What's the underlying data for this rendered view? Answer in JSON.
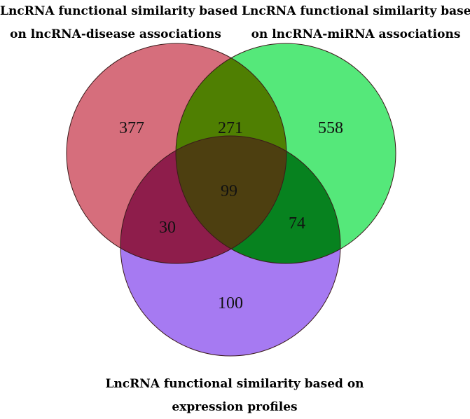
{
  "sets": [
    {
      "id": "a",
      "title_lines": [
        "LncRNA functional similarity based",
        "on lncRNA-disease associations"
      ],
      "color": "#d66e7c"
    },
    {
      "id": "b",
      "title_lines": [
        "LncRNA functional similarity based",
        "on lncRNA-miRNA associations"
      ],
      "color": "#55e87a"
    },
    {
      "id": "c",
      "title_lines": [
        "LncRNA functional similarity based on",
        "expression profiles"
      ],
      "color": "#a67af2"
    }
  ],
  "regions": {
    "only_a": {
      "label": "377",
      "color": "#d66e7c"
    },
    "only_b": {
      "label": "558",
      "color": "#55e87a"
    },
    "only_c": {
      "label": "100",
      "color": "#a67af2"
    },
    "ab": {
      "label": "271",
      "color": "#4f7f02"
    },
    "ac": {
      "label": "30",
      "color": "#8e1d4b"
    },
    "bc": {
      "label": "74",
      "color": "#07821f"
    },
    "abc": {
      "label": "99",
      "color": "#4d3f10"
    }
  },
  "outline_color": "#3a1a1a"
}
